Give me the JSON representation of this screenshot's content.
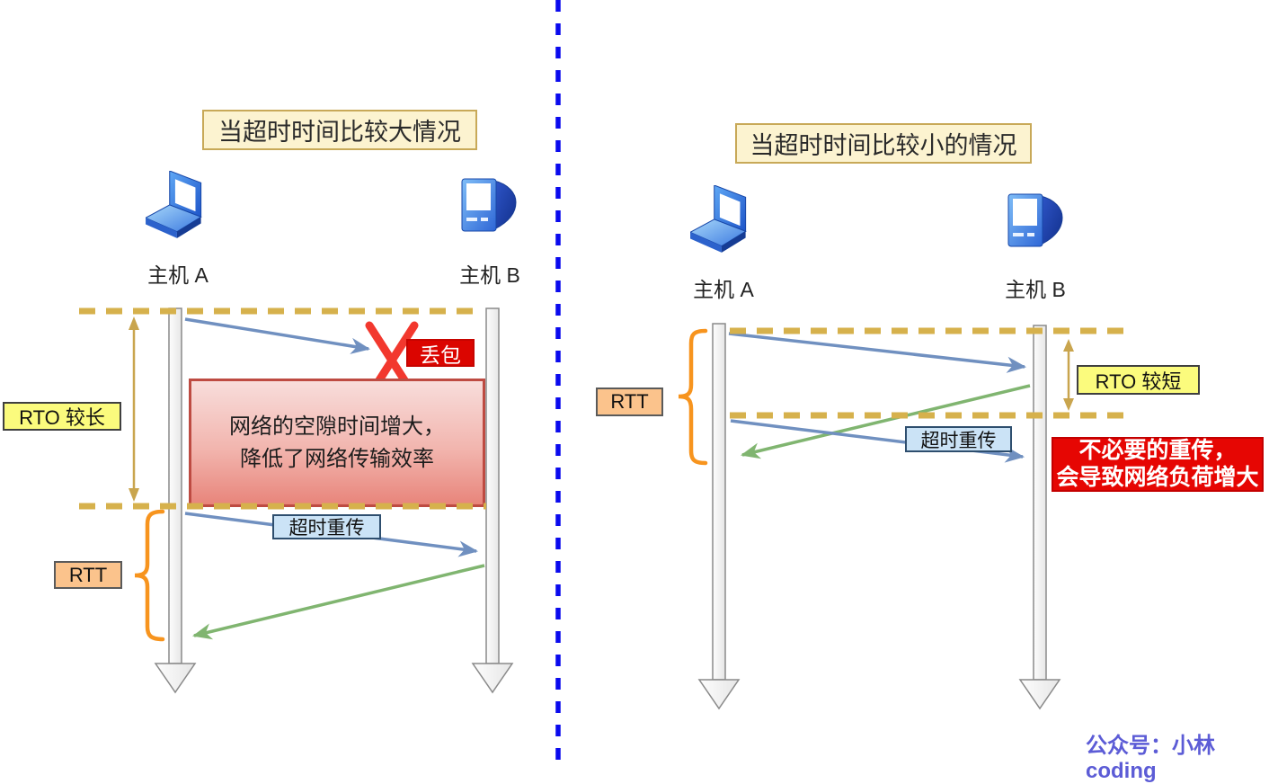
{
  "left": {
    "title": "当超时时间比较大情况",
    "host_a": "主机 A",
    "host_b": "主机 B",
    "rto": "RTO 较长",
    "loss": "丢包",
    "info1": "网络的空隙时间增大，",
    "info2": "降低了网络传输效率",
    "retrans": "超时重传",
    "rtt": "RTT"
  },
  "right": {
    "title": "当超时时间比较小的情况",
    "host_a": "主机 A",
    "host_b": "主机 B",
    "rtt": "RTT",
    "rto": "RTO 较短",
    "retrans": "超时重传",
    "warn1": "不必要的重传，",
    "warn2": "会导致网络负荷增大"
  },
  "watermark": {
    "text": "公众号：小林coding"
  },
  "colors": {
    "divider_blue": "#0A0AEE",
    "dash_gold": "#D6B14C",
    "arrow_blue": "#7090C0",
    "arrow_green": "#80B570",
    "x_red": "#F2382E",
    "loss_bg": "#DB0500",
    "warn_bg": "#E60603",
    "brace_orange": "#F7941E",
    "label_yellow": "#FBFB7D",
    "label_peach": "#FBC38C",
    "label_blue": "#CBE3F6",
    "title_bg": "#FCF3D0",
    "info_box_border": "#BE4B42",
    "watermark_purple": "#5C5CD6"
  }
}
